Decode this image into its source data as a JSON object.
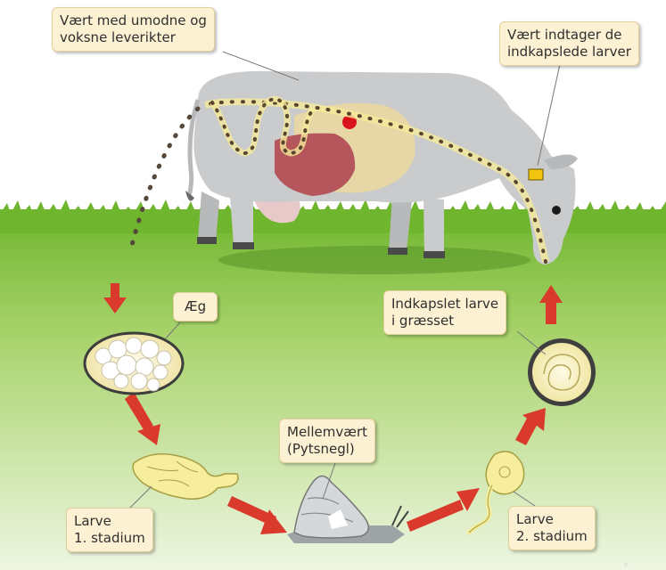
{
  "labels": {
    "host_adult": {
      "line1": "Vært med umodne og",
      "line2": "voksne leverikter"
    },
    "host_ingest": {
      "line1": "Vært indtager de",
      "line2": "indkapslede larver"
    },
    "egg": {
      "line1": "Æg"
    },
    "encysted": {
      "line1": "Indkapslet larve",
      "line2": "i græsset"
    },
    "intermediate": {
      "line1": "Mellemvært",
      "line2": "(Pytsnegl)"
    },
    "larva1": {
      "line1": "Larve",
      "line2": "1. stadium"
    },
    "larva2": {
      "line1": "Larve",
      "line2": "2. stadium"
    }
  },
  "colors": {
    "grass": "#7fbf3a",
    "cow": "#c9cbcd",
    "liver": "#b4565c",
    "arrow": "#d93a2b",
    "label_bg": "#fdf1d3"
  }
}
